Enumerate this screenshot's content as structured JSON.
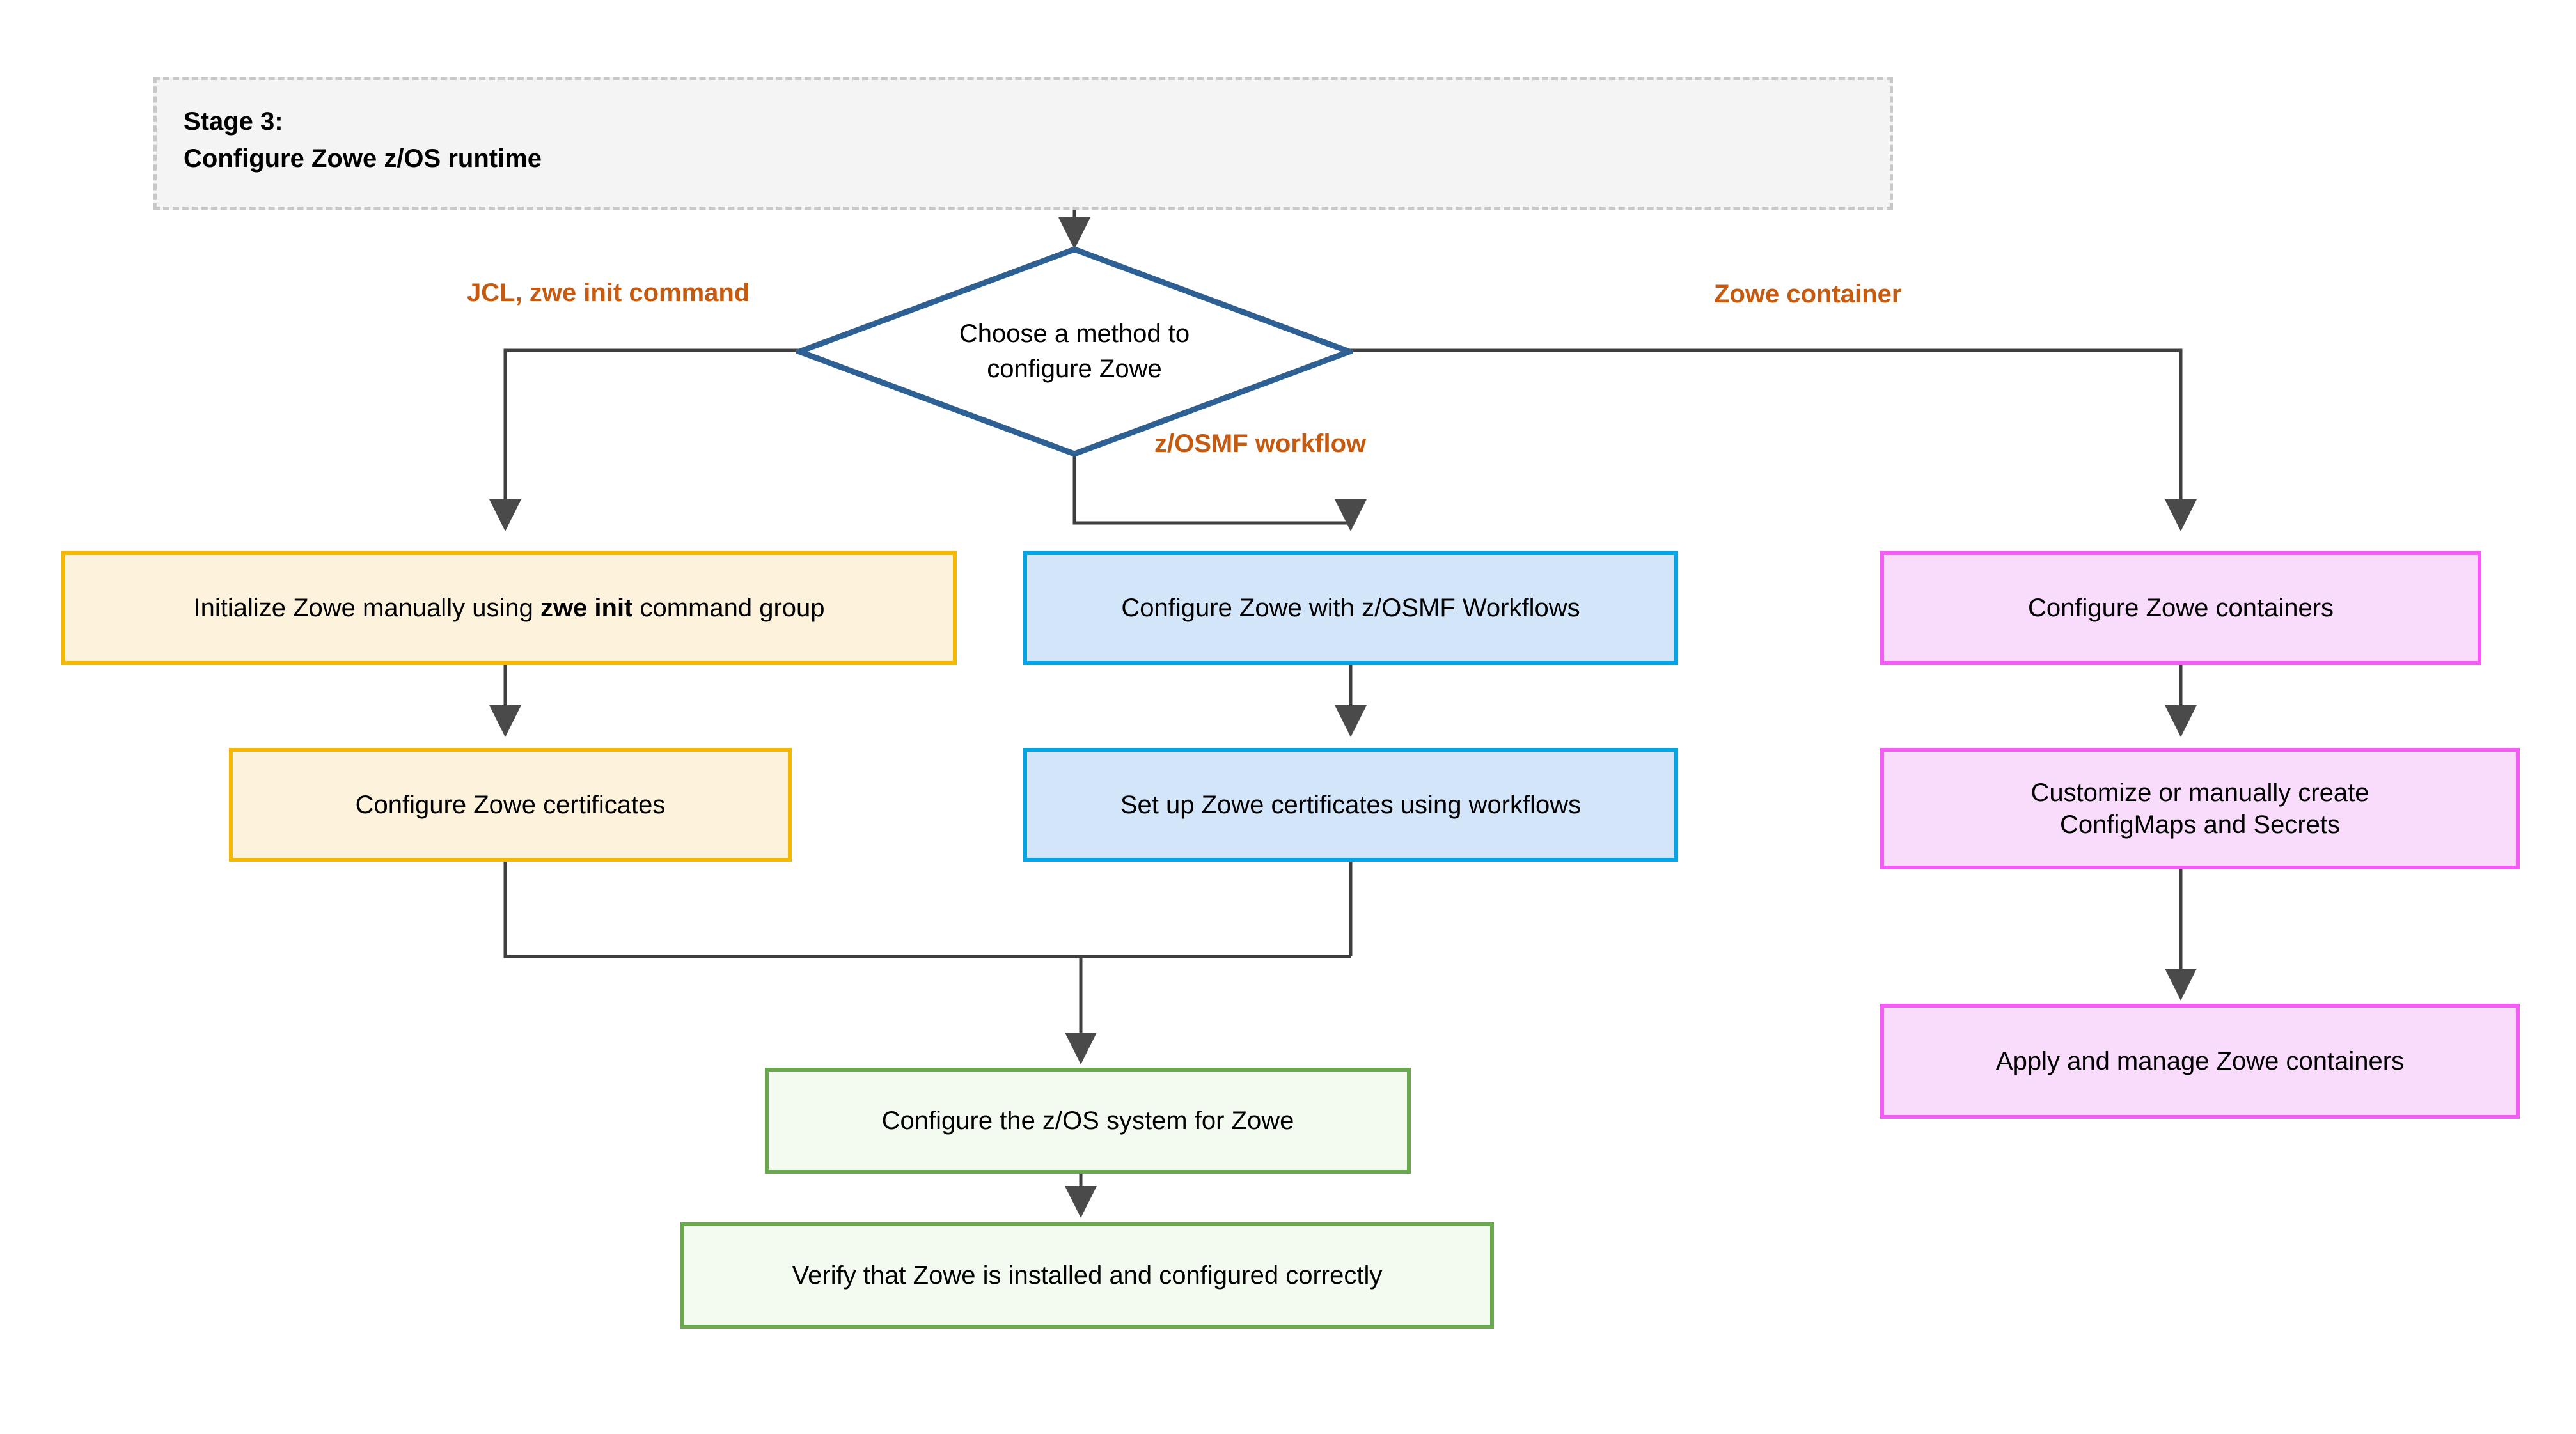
{
  "diagram": {
    "title_stage": "Stage 3:",
    "title_desc": "Configure Zowe z/OS runtime",
    "accent_orange": "#c55a11",
    "colors": {
      "stage_fill": "#f4f4f4",
      "stage_border": "#c8c8c8",
      "diamond_border": "#2e6093",
      "yellow_border": "#f5b800",
      "yellow_fill": "#fdf3dc",
      "blue_border": "#00a6e8",
      "blue_fill": "#d3e5f8",
      "pink_border": "#f55cf5",
      "pink_fill": "#f9dcfb",
      "green_border": "#6aa84f",
      "green_fill": "#f3faef",
      "edge_line": "#3f3f3f"
    },
    "decision": {
      "line1": "Choose a method to",
      "line2": "configure Zowe"
    },
    "branch_labels": {
      "left": "JCL, zwe init command",
      "middle": "z/OSMF workflow",
      "right": "Zowe container"
    },
    "nodes": {
      "init_manual_pre": "Initialize Zowe manually using ",
      "init_manual_bold": "zwe init",
      "init_manual_post": " command group",
      "configure_certs": "Configure Zowe certificates",
      "configure_workflows": "Configure Zowe with z/OSMF Workflows",
      "setup_certs_workflows": "Set up Zowe certificates using workflows",
      "configure_containers": "Configure Zowe containers",
      "customize_configmaps_line1": "Customize or manually create",
      "customize_configmaps_line2": "ConfigMaps and Secrets",
      "apply_manage_containers": "Apply and manage Zowe containers",
      "configure_zos_system": "Configure the z/OS system for Zowe",
      "verify_installed": "Verify that Zowe is installed and configured correctly"
    }
  }
}
